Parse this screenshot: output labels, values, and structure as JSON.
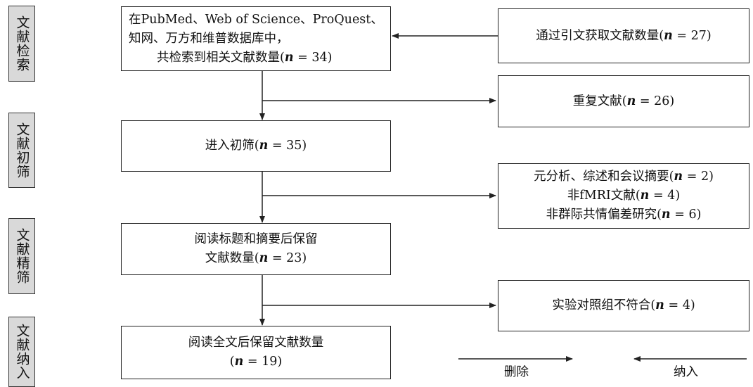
{
  "stages": [
    {
      "label": "文献检索"
    },
    {
      "label": "文献初筛"
    },
    {
      "label": "文献精筛"
    },
    {
      "label": "文献纳入"
    }
  ],
  "main_boxes": {
    "search": {
      "lines": [
        "在PubMed、Web of Science、ProQuest、",
        "知网、万方和维普数据库中，",
        "共检索到相关文献数量(n = 34)"
      ]
    },
    "initial_screen": {
      "lines": [
        "进入初筛(n = 35)"
      ]
    },
    "fine_screen": {
      "lines": [
        "阅读标题和摘要后保留",
        "文献数量(n = 23)"
      ]
    },
    "included": {
      "lines": [
        "阅读全文后保留文献数量",
        "(n = 19)"
      ]
    }
  },
  "side_boxes": {
    "citation": {
      "lines": [
        "通过引文获取文献数量(n = 27)"
      ]
    },
    "duplicates": {
      "lines": [
        "重复文献(n = 26)"
      ]
    },
    "excluded_abstract": {
      "lines": [
        "元分析、综述和会议摘要(n = 2)",
        "非fMRI文献(n = 4)",
        "非群际共情偏差研究(n = 6)"
      ]
    },
    "excluded_fulltext": {
      "lines": [
        "实验对照组不符合(n = 4)"
      ]
    }
  },
  "legend": {
    "delete_label": "删除",
    "include_label": "纳入"
  }
}
